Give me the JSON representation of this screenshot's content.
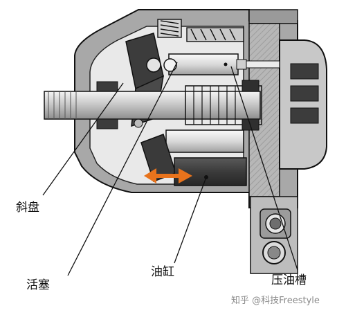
{
  "labels": {
    "swash_plate": "斜盘",
    "piston": "活塞",
    "cylinder": "油缸",
    "pressure_groove": "压油槽"
  },
  "watermark": "知乎 @科技Freestyle",
  "colors": {
    "arrow": "#e8731c",
    "dark_metal": "#3a3a3a",
    "mid_metal": "#8c8c8c",
    "light_metal": "#d6d6d6",
    "housing": "#a9a9a9",
    "outline": "#111111"
  }
}
